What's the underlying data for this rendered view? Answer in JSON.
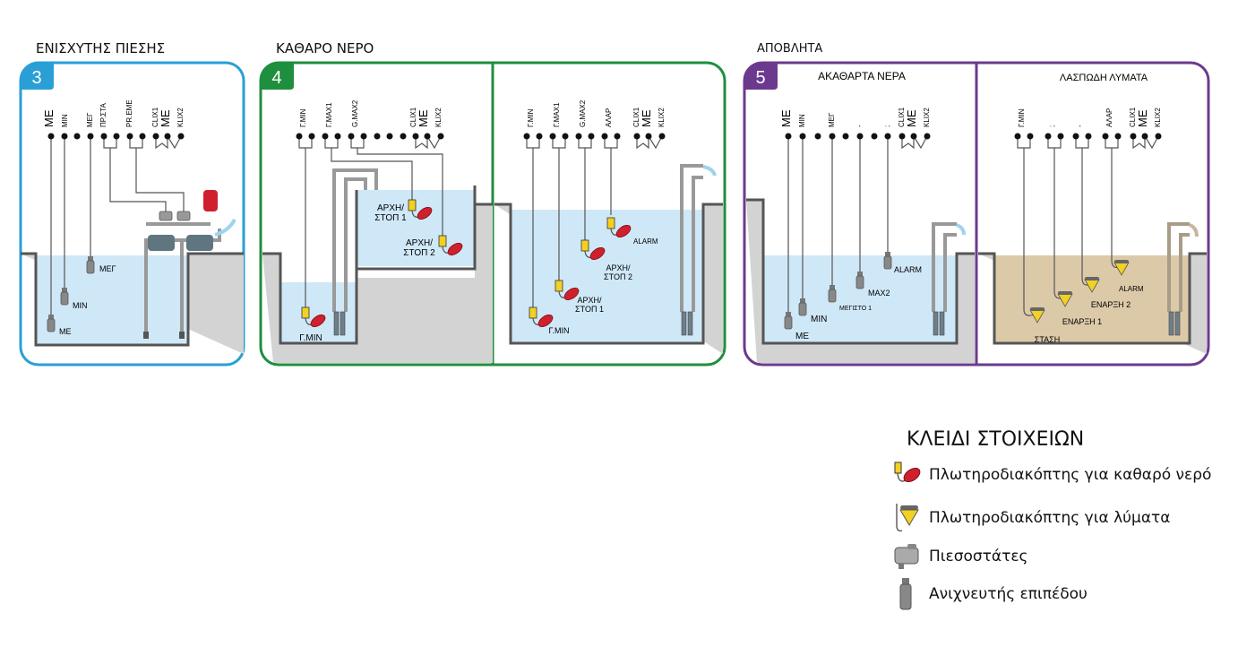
{
  "sections": {
    "booster": {
      "title": "ΕΝΙΣΧΥΤΗΣ ΠΙΕΣΗΣ",
      "number": "3"
    },
    "clean": {
      "title": "ΚΑΘΑΡΟ ΝΕΡΟ",
      "number": "4"
    },
    "waste": {
      "title": "ΑΠΟΒΛΗΤΑ",
      "number": "5",
      "sub1": "ΑΚΑΘΑΡΤΑ ΝΕΡΑ",
      "sub2": "ΛΑΣΠΩΔΗ ΛΥΜΑΤΑ"
    }
  },
  "panel3": {
    "terminals": [
      "ΜΕ",
      "MIN",
      "ΜΕΓ",
      "ΠΡ.ΣΤΑ",
      "PR.EME",
      "CLIX1",
      "ΜΕ",
      "KLIX2"
    ],
    "levels": [
      "ΜΕΓ",
      "MIN",
      "ΜΕ"
    ]
  },
  "panel4a": {
    "terminals": [
      "Γ.MIN",
      "Γ.MAX1",
      "G.MAX2",
      "CLIX1",
      "ΜΕ",
      "KLIX2"
    ],
    "floats": [
      "ΑΡΧΗ/\nΣΤΟΠ 1",
      "ΑΡΧΗ/\nΣΤΟΠ 2",
      "Γ.MIN"
    ]
  },
  "panel4b": {
    "terminals": [
      "Γ.MIN",
      "Γ.MAX1",
      "G.MAX2",
      "ΑΛΑΡ",
      "CLIX1",
      "ΜΕ",
      "KLIX2"
    ],
    "floats": [
      "ALARM",
      "ΑΡΧΗ/\nΣΤΟΠ 2",
      "ΑΡΧΗ/\nΣΤΟΠ 1",
      "Γ.MIN"
    ]
  },
  "panel5a": {
    "terminals": [
      "ΜΕ",
      "MIN",
      "ΜΕΓ",
      "-",
      ";",
      "CLIX1",
      "ΜΕ",
      "KLIX2"
    ],
    "levels": [
      "ALARM",
      "MAX2",
      "ΜΕΓΙΣΤΟ 1",
      "MIN",
      "ΜΕ"
    ]
  },
  "panel5b": {
    "terminals": [
      "Γ.MIN",
      ";",
      "-",
      "ΑΛΑΡ",
      "CLIX1",
      "ΜΕ",
      "KLIX2"
    ],
    "floats": [
      "ALARM",
      "ΕΝΑΡΞΗ 2",
      "ΕΝΑΡΞΗ 1",
      "ΣΤΑΣΗ"
    ]
  },
  "legend": {
    "title": "ΚΛΕΙΔΙ ΣΤΟΙΧΕΙΩΝ",
    "items": [
      {
        "icon": "clean-water-float-icon",
        "label": "Πλωτηροδιακόπτης για καθαρό νερό"
      },
      {
        "icon": "sewage-float-icon",
        "label": "Πλωτηροδιακόπτης για λύματα"
      },
      {
        "icon": "pressure-switch-icon",
        "label": "Πιεσοστάτες"
      },
      {
        "icon": "level-probe-icon",
        "label": "Ανιχνευτής επιπέδου"
      }
    ]
  },
  "colors": {
    "booster": "#2a9fd6",
    "clean": "#1e8f3e",
    "waste": "#6b3a8e",
    "water": "#cfe8f7",
    "sludge": "#dcc9a8",
    "ground": "#d3d3d3",
    "float_red": "#d0202e",
    "float_yellow": "#f2d024"
  }
}
